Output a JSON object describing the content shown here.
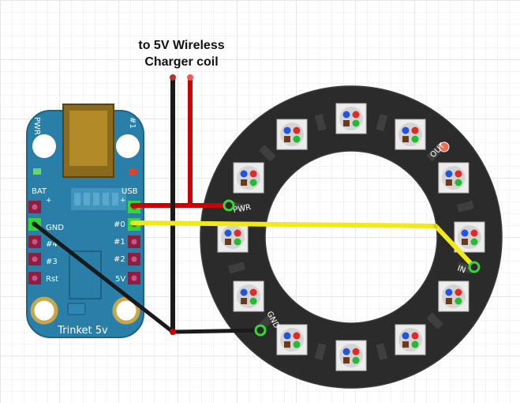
{
  "note": {
    "line1": "to 5V Wireless",
    "line2": "Charger coil"
  },
  "trinket": {
    "title": "Trinket 5v",
    "top_left": "PWR",
    "top_right": "#1",
    "left_labels": [
      "BAT",
      "GND",
      "#4",
      "#3",
      "Rst"
    ],
    "right_labels": [
      "USB",
      "#0",
      "#1",
      "#2",
      "5V"
    ],
    "plus": "+"
  },
  "ring": {
    "pwr_label": "PWR",
    "out_label": "OUT",
    "in_label": "IN",
    "gnd_label": "GND",
    "pixel_count": 12
  },
  "colors": {
    "board": "#2a7fa9",
    "ring": "#2b2b2b",
    "wire_red": "#cc0000",
    "wire_black": "#1a1a1a",
    "wire_yellow": "#f2e81a",
    "pad": "#8b1f3f",
    "connector": "#38d438"
  }
}
